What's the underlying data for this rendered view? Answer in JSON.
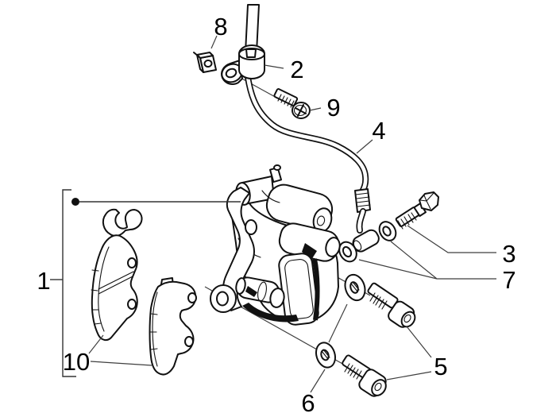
{
  "figure": {
    "kind": "exploded-parts-diagram",
    "subject": "brake-caliper-assembly",
    "background_color": "#ffffff",
    "artwork_color": "#111111",
    "leader_line_color": "#3f3f3f",
    "callouts": [
      {
        "label": "1"
      },
      {
        "label": "2"
      },
      {
        "label": "3"
      },
      {
        "label": "4"
      },
      {
        "label": "5"
      },
      {
        "label": "6"
      },
      {
        "label": "7"
      },
      {
        "label": "8"
      },
      {
        "label": "9"
      },
      {
        "label": "10"
      }
    ]
  }
}
